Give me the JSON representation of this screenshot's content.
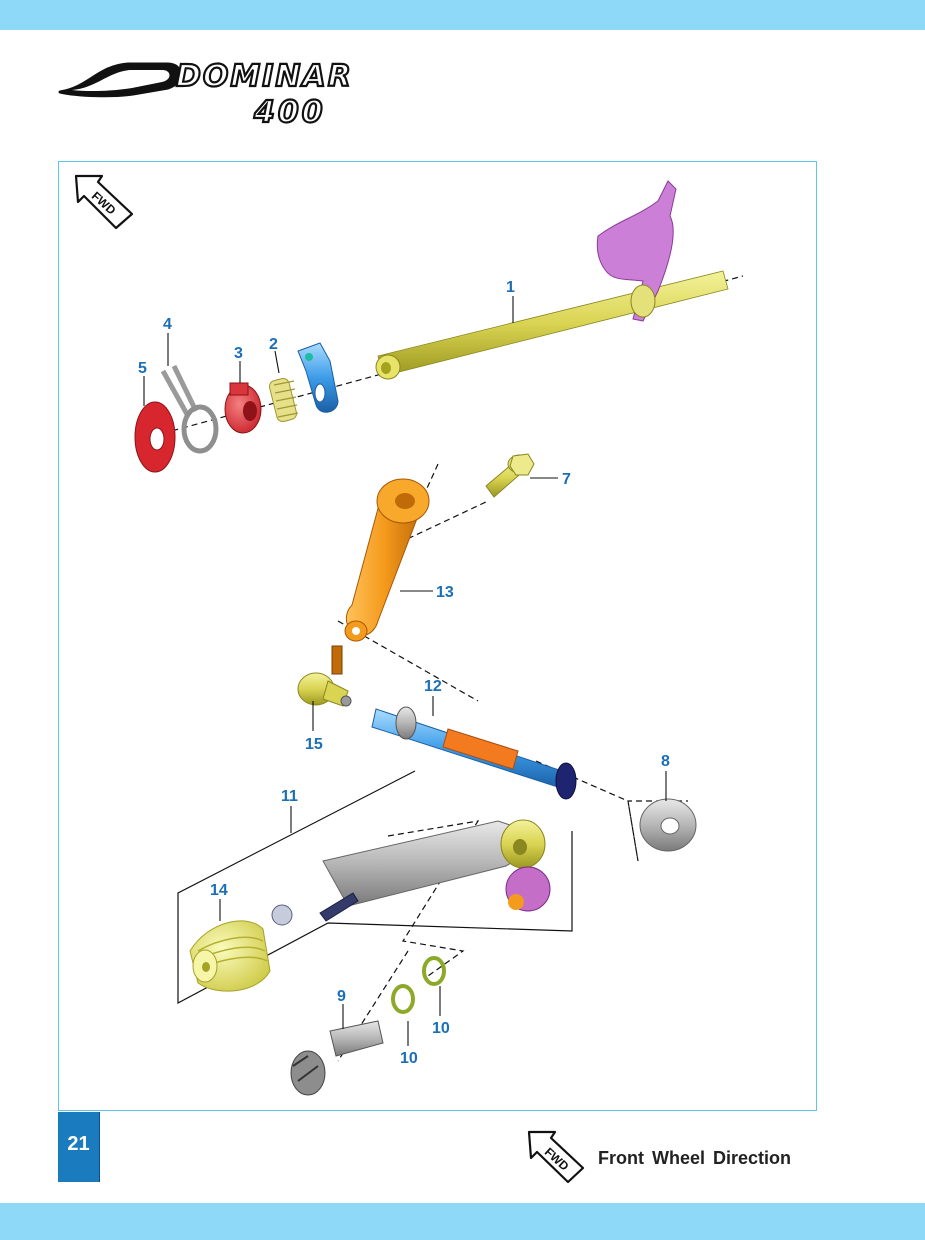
{
  "header": {
    "logo_text": "DOMINAR",
    "logo_number": "400"
  },
  "diagram": {
    "fwd_icon_label": "FWD",
    "callouts": [
      {
        "id": "1",
        "label": "1"
      },
      {
        "id": "2",
        "label": "2"
      },
      {
        "id": "3",
        "label": "3"
      },
      {
        "id": "4",
        "label": "4"
      },
      {
        "id": "5",
        "label": "5"
      },
      {
        "id": "7",
        "label": "7"
      },
      {
        "id": "13",
        "label": "13"
      },
      {
        "id": "12",
        "label": "12"
      },
      {
        "id": "15",
        "label": "15"
      },
      {
        "id": "8",
        "label": "8"
      },
      {
        "id": "11",
        "label": "11"
      },
      {
        "id": "14",
        "label": "14"
      },
      {
        "id": "9",
        "label": "9"
      },
      {
        "id": "10a",
        "label": "10"
      },
      {
        "id": "10b",
        "label": "10"
      }
    ]
  },
  "footer": {
    "page_number": "21",
    "legend_icon_label": "FWD",
    "legend_text": "Front Wheel Direction"
  },
  "colors": {
    "band": "#8ed8f8",
    "frame": "#5fc6ea",
    "callout": "#1b6fb5",
    "page_badge": "#1a7bbf"
  }
}
